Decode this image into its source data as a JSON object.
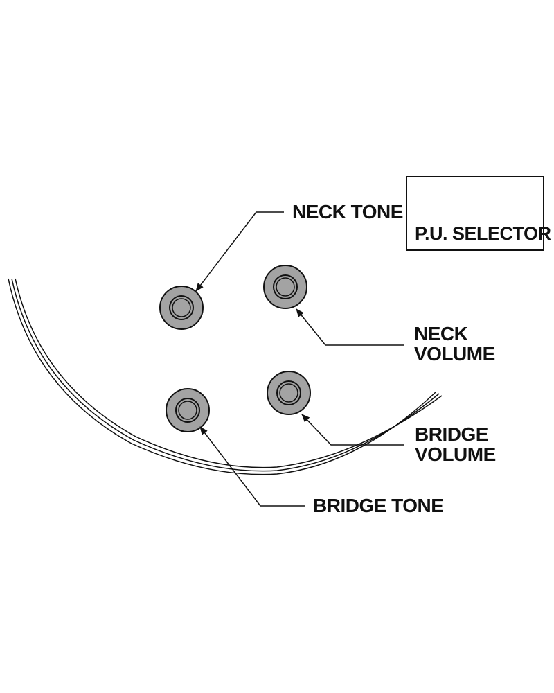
{
  "labels": {
    "neck_tone": "NECK TONE",
    "neck_volume_line1": "NECK",
    "neck_volume_line2": "VOLUME",
    "bridge_volume_line1": "BRIDGE",
    "bridge_volume_line2": "VOLUME",
    "bridge_tone": "BRIDGE TONE",
    "pu_selector": "P.U. SELECTOR"
  },
  "colors": {
    "knob_fill": "#a3a3a3",
    "line": "#111111",
    "background": "#ffffff"
  },
  "icons": [
    "knob-icon",
    "toggle-switch-icon",
    "arrow-icon"
  ]
}
